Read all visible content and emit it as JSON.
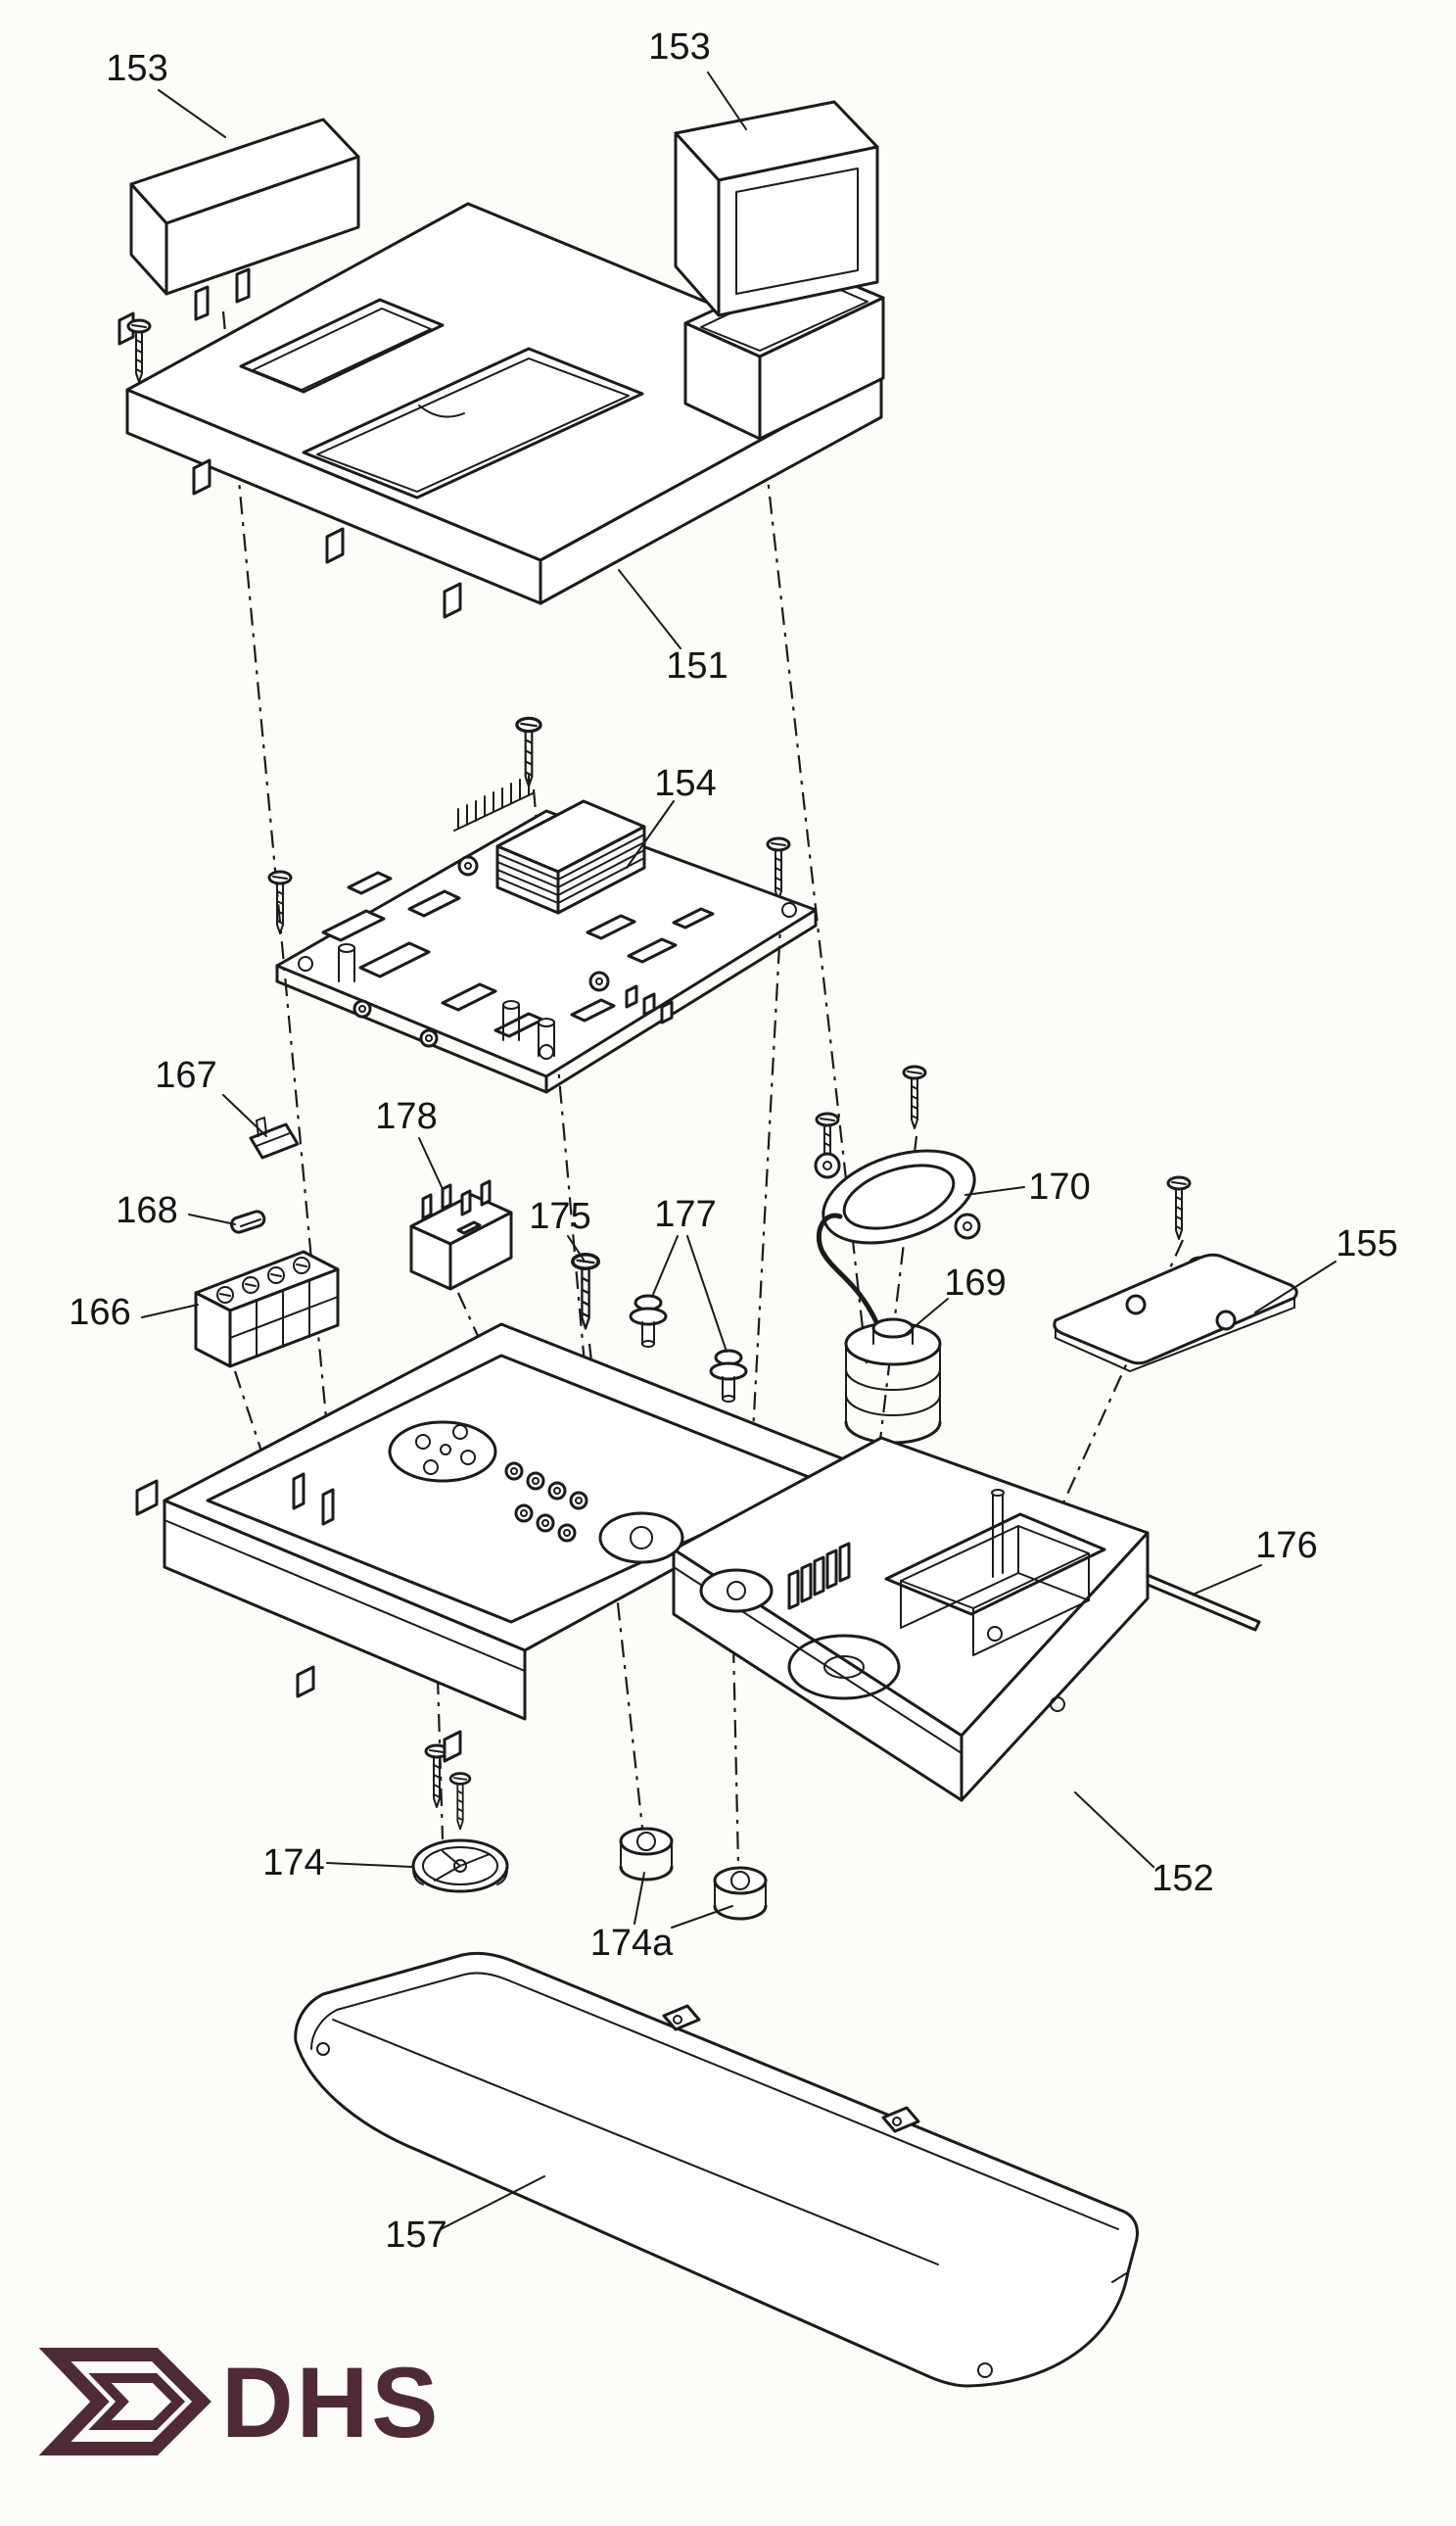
{
  "page": {
    "background": "#fcfcf9",
    "ink_color": "#1b1b1b"
  },
  "diagram": {
    "kind": "exploded-parts-diagram",
    "labels": [
      {
        "id": "153-left",
        "text": "153"
      },
      {
        "id": "153-right",
        "text": "153"
      },
      {
        "id": "151",
        "text": "151"
      },
      {
        "id": "154",
        "text": "154"
      },
      {
        "id": "167",
        "text": "167"
      },
      {
        "id": "178",
        "text": "178"
      },
      {
        "id": "168",
        "text": "168"
      },
      {
        "id": "166",
        "text": "166"
      },
      {
        "id": "175",
        "text": "175"
      },
      {
        "id": "177",
        "text": "177"
      },
      {
        "id": "170",
        "text": "170"
      },
      {
        "id": "169",
        "text": "169"
      },
      {
        "id": "155",
        "text": "155"
      },
      {
        "id": "176",
        "text": "176"
      },
      {
        "id": "174",
        "text": "174"
      },
      {
        "id": "174a",
        "text": "174a"
      },
      {
        "id": "152",
        "text": "152"
      },
      {
        "id": "157",
        "text": "157"
      }
    ],
    "logo": {
      "text": "DHS",
      "color": "#4e2a36"
    }
  }
}
